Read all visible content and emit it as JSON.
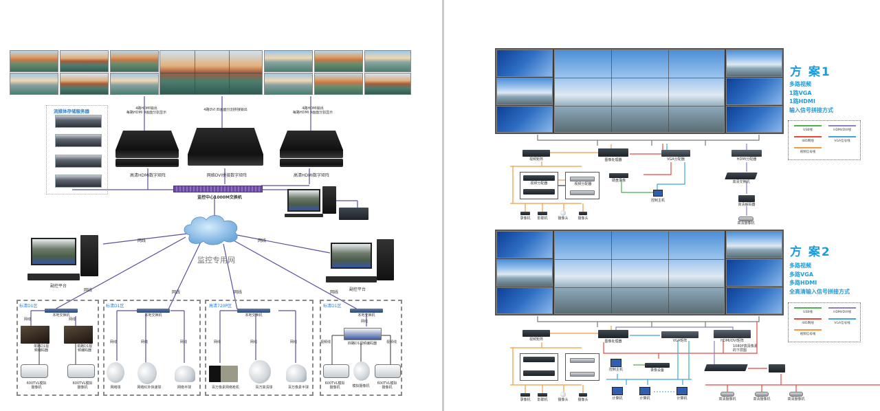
{
  "left_diagram": {
    "network_title": "监控专用网",
    "storage_box_title": "流媒体存储服务器",
    "hdmi_output_note_left": [
      "4路HDMI输出",
      "每路HDMI 9画面分割显示"
    ],
    "dvi_output_note": "4路DVI 四画面分割拼接输出",
    "hdmi_output_note_right": [
      "4路HDMI输出",
      "每路HDMI 9画面分割显示"
    ],
    "matrix_left_label": "高清HDMI数字矩阵",
    "matrix_center_label": "网络DVI拼接数字矩阵",
    "matrix_right_label": "高清HDMI数字矩阵",
    "core_switch_label": "监控中心1000M交换机",
    "client_left_label": "副控平台",
    "client_right_label": "副控平台",
    "cable_label": "网线",
    "video_cable_label": "视频线",
    "local_switch_label": "本地交换机",
    "zones": [
      {
        "name": "标清D1区",
        "devices": [
          {
            "encoder": [
              "单路D1视",
              "频编码器"
            ],
            "camera": [
              "600TVL模拟",
              "摄像机"
            ]
          },
          {
            "encoder": [
              "单路D1视",
              "频编码器"
            ],
            "camera": [
              "600TVL模拟",
              "摄像机"
            ]
          }
        ]
      },
      {
        "name": "标清D1区",
        "devices": [
          {
            "camera": "网络球"
          },
          {
            "camera": "网络红外快速球"
          },
          {
            "camera": "网络半球"
          }
        ]
      },
      {
        "name": "高清720P区",
        "devices": [
          {
            "camera": "百万像素网络枪机"
          },
          {
            "camera": "百万高清球"
          },
          {
            "camera": "百万像素半球"
          }
        ]
      },
      {
        "name": "标清D1区",
        "encoder": "四路D1视频编码器",
        "devices": [
          {
            "camera": [
              "600TVL模拟",
              "摄像机"
            ]
          },
          {
            "camera": "模拟摄像机"
          },
          {
            "camera": [
              "600TVL模拟",
              "摄像机"
            ]
          }
        ]
      }
    ]
  },
  "scheme1": {
    "title": "方 案1",
    "lines": [
      "多路视频",
      "1路VGA",
      "1路HDMI",
      "输入信号拼接方式"
    ],
    "devices": {
      "video_matrix": "视频矩阵",
      "image_processor": "图像处理器",
      "vga_splitter": "VGA分配器",
      "hdmi_splitter": "HDMI分配器",
      "recorder": "硬盘录像",
      "control_host": "控制主机",
      "video_distributor": "视频分配器",
      "video_dist2": "视频分配器",
      "hd_switch": "高清交换机",
      "hd_decoder": "高清解码器",
      "hd_camera": "高清摄像机",
      "sources": [
        "录像机",
        "影碟机",
        "摄像头",
        "摄像头"
      ]
    }
  },
  "scheme2": {
    "title": "方 案2",
    "lines": [
      "多路视频",
      "多路VGA",
      "多路HDMI",
      "全高清输入信号拼接方式"
    ],
    "devices": {
      "video_matrix": "视频矩阵",
      "image_processor": "图像处理器",
      "vga_matrix": "VGA矩阵",
      "hdmi_dvi_matrix": "HDMI/DVI矩阵",
      "hd_note": [
        "1080P高清像素",
        "的下层图"
      ],
      "recorder": "录像设备",
      "control_host": "控制主机",
      "computers": [
        "计算机",
        "计算机",
        "计算机"
      ],
      "hd_cameras": [
        "高清摄像机",
        "高清摄像机",
        "高清摄像机"
      ],
      "sources": [
        "录像机",
        "影碟机",
        "摄像头",
        "摄像头"
      ]
    }
  },
  "legend": [
    {
      "label": "USB线",
      "color": "#4caf50"
    },
    {
      "label": "HDMI/DVI线",
      "color": "#8e7cc3"
    },
    {
      "label": "485网线",
      "color": "#e8483c"
    },
    {
      "label": "VGA信号线",
      "color": "#3ca5dc"
    },
    {
      "label": "视频信号线",
      "color": "#f39a3d"
    }
  ],
  "colors": {
    "network_line": "#5a4ea0",
    "accent_blue": "#1f9bd7",
    "zone_label": "#2d7fd1"
  }
}
